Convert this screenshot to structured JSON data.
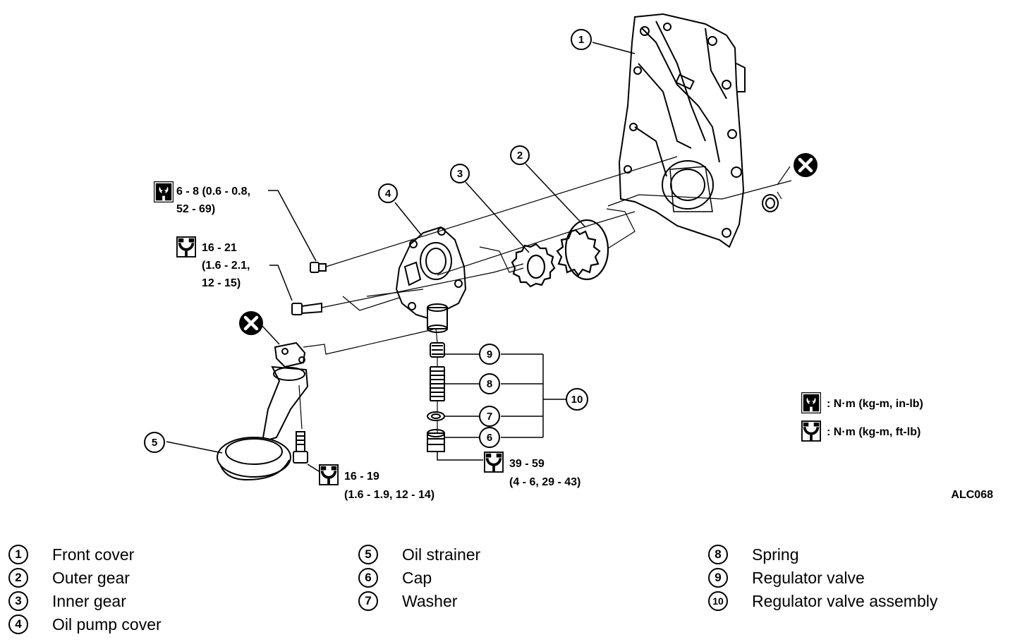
{
  "diagram": {
    "figure_code": "ALC068",
    "torque_specs": {
      "a_line1": "6 - 8 (0.6 - 0.8,",
      "a_line2": "52 - 69)",
      "b_line1": "16 - 21",
      "b_line2": "(1.6 - 2.1,",
      "b_line3": "12 - 15)",
      "c_line1": "16 - 19",
      "c_line2": "(1.6 - 1.9, 12 - 14)",
      "d_line1": "39 - 59",
      "d_line2": "(4 - 6, 29 - 43)"
    },
    "unit_key": {
      "filled": ": N·m (kg-m, in-lb)",
      "outline": ": N·m (kg-m, ft-lb)"
    },
    "callout_numbers": {
      "n1": "1",
      "n2": "2",
      "n3": "3",
      "n4": "4",
      "n5": "5",
      "n6": "6",
      "n7": "7",
      "n8": "8",
      "n9": "9",
      "n10": "10"
    },
    "icons": {
      "replace_marker": "x-circle-icon",
      "torque_in_lb": "wrench-filled-icon",
      "torque_ft_lb": "wrench-outline-icon"
    }
  },
  "legend": [
    {
      "num": "1",
      "label": "Front cover"
    },
    {
      "num": "2",
      "label": "Outer gear"
    },
    {
      "num": "3",
      "label": "Inner gear"
    },
    {
      "num": "4",
      "label": "Oil pump cover"
    },
    {
      "num": "5",
      "label": "Oil strainer"
    },
    {
      "num": "6",
      "label": "Cap"
    },
    {
      "num": "7",
      "label": "Washer"
    },
    {
      "num": "8",
      "label": "Spring"
    },
    {
      "num": "9",
      "label": "Regulator valve"
    },
    {
      "num": "10",
      "label": "Regulator valve assembly"
    }
  ]
}
